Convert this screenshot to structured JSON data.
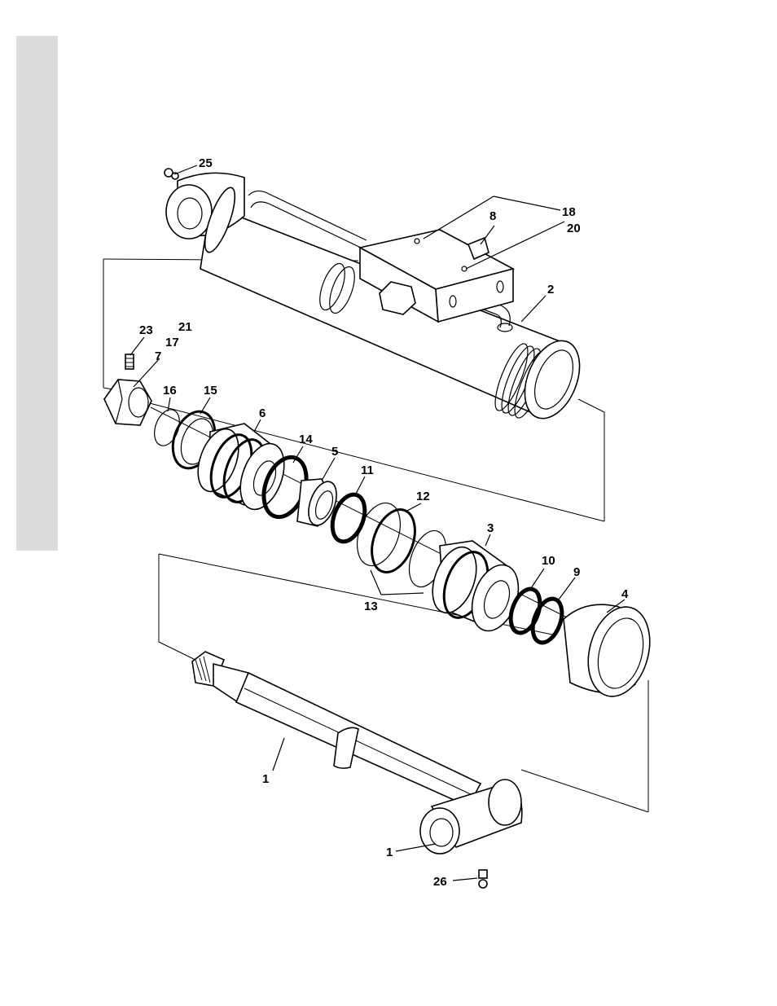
{
  "colors": {
    "ink": "#000000",
    "side_strip": "#dcdcdc",
    "background": "#ffffff"
  },
  "callouts": [
    {
      "id": "c25",
      "text": "25"
    },
    {
      "id": "c18",
      "text": "18"
    },
    {
      "id": "c8",
      "text": "8"
    },
    {
      "id": "c20",
      "text": "20"
    },
    {
      "id": "c2",
      "text": "2"
    },
    {
      "id": "c23",
      "text": "23"
    },
    {
      "id": "c21",
      "text": "21"
    },
    {
      "id": "c17",
      "text": "17"
    },
    {
      "id": "c7",
      "text": "7"
    },
    {
      "id": "c16",
      "text": "16"
    },
    {
      "id": "c15",
      "text": "15"
    },
    {
      "id": "c6",
      "text": "6"
    },
    {
      "id": "c14",
      "text": "14"
    },
    {
      "id": "c5",
      "text": "5"
    },
    {
      "id": "c11",
      "text": "11"
    },
    {
      "id": "c12",
      "text": "12"
    },
    {
      "id": "c3",
      "text": "3"
    },
    {
      "id": "c10",
      "text": "10"
    },
    {
      "id": "c9",
      "text": "9"
    },
    {
      "id": "c4",
      "text": "4"
    },
    {
      "id": "c13",
      "text": "13"
    },
    {
      "id": "c1a",
      "text": "1"
    },
    {
      "id": "c1b",
      "text": "1"
    },
    {
      "id": "c26",
      "text": "26"
    }
  ]
}
